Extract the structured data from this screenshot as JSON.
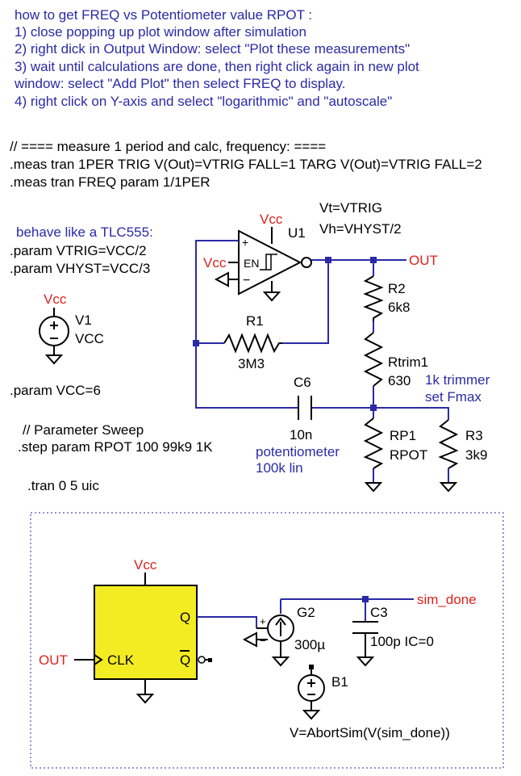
{
  "instructions": {
    "title": "how to get FREQ vs Potentiometer value RPOT :",
    "step1": "1) close popping up plot window after simulation",
    "step2": "2) right dick in Output Window: select \"Plot these measurements\"",
    "step3a": "3) wait until calculations are done, then right click again in new plot",
    "step3b": "window: select \"Add Plot\" then select FREQ to display.",
    "step4": "4) right click on Y-axis and select \"logarithmic\" and \"autoscale\""
  },
  "directives": {
    "comment": "// ==== measure 1 period and calc, frequency: ====",
    "meas1": ".meas tran 1PER TRIG V(Out)=VTRIG FALL=1 TARG V(Out)=VTRIG FALL=2",
    "meas2": ".meas tran FREQ param 1/1PER",
    "behave": "behave like a TLC555:",
    "param_vtrig": ".param VTRIG=VCC/2",
    "param_vhyst": ".param VHYST=VCC/3",
    "param_vcc": ".param VCC=6",
    "sweep_comment": "// Parameter Sweep",
    "step": ".step param RPOT 100 99k9 1K",
    "tran": ".tran 0 5 uic"
  },
  "components": {
    "u1": {
      "name": "U1",
      "vt": "Vt=VTRIG",
      "vh": "Vh=VHYST/2",
      "en": "EN"
    },
    "v1": {
      "name": "V1",
      "value": "VCC"
    },
    "r1": {
      "name": "R1",
      "value": "3M3"
    },
    "r2": {
      "name": "R2",
      "value": "6k8"
    },
    "rtrim1": {
      "name": "Rtrim1",
      "value": "630",
      "note1": "1k trimmer",
      "note2": "set Fmax"
    },
    "c6": {
      "name": "C6",
      "value": "10n"
    },
    "rp1": {
      "name": "RP1",
      "value": "RPOT",
      "note1": "potentiometer",
      "note2": "100k lin"
    },
    "r3": {
      "name": "R3",
      "value": "3k9"
    },
    "ff": {
      "clk": "CLK",
      "q": "Q",
      "qbar": "Q"
    },
    "g2": {
      "name": "G2",
      "value": "300µ"
    },
    "c3": {
      "name": "C3",
      "value": "100p IC=0"
    },
    "b1": {
      "name": "B1",
      "value": "V=AbortSim(V(sim_done))"
    }
  },
  "nets": {
    "vcc": "Vcc",
    "out": "OUT",
    "sim_done": "sim_done"
  },
  "colors": {
    "wire": "#2a2aa6",
    "net_label": "#e0201c",
    "text": "#000000",
    "flipflop_fill": "#f4ec22"
  }
}
